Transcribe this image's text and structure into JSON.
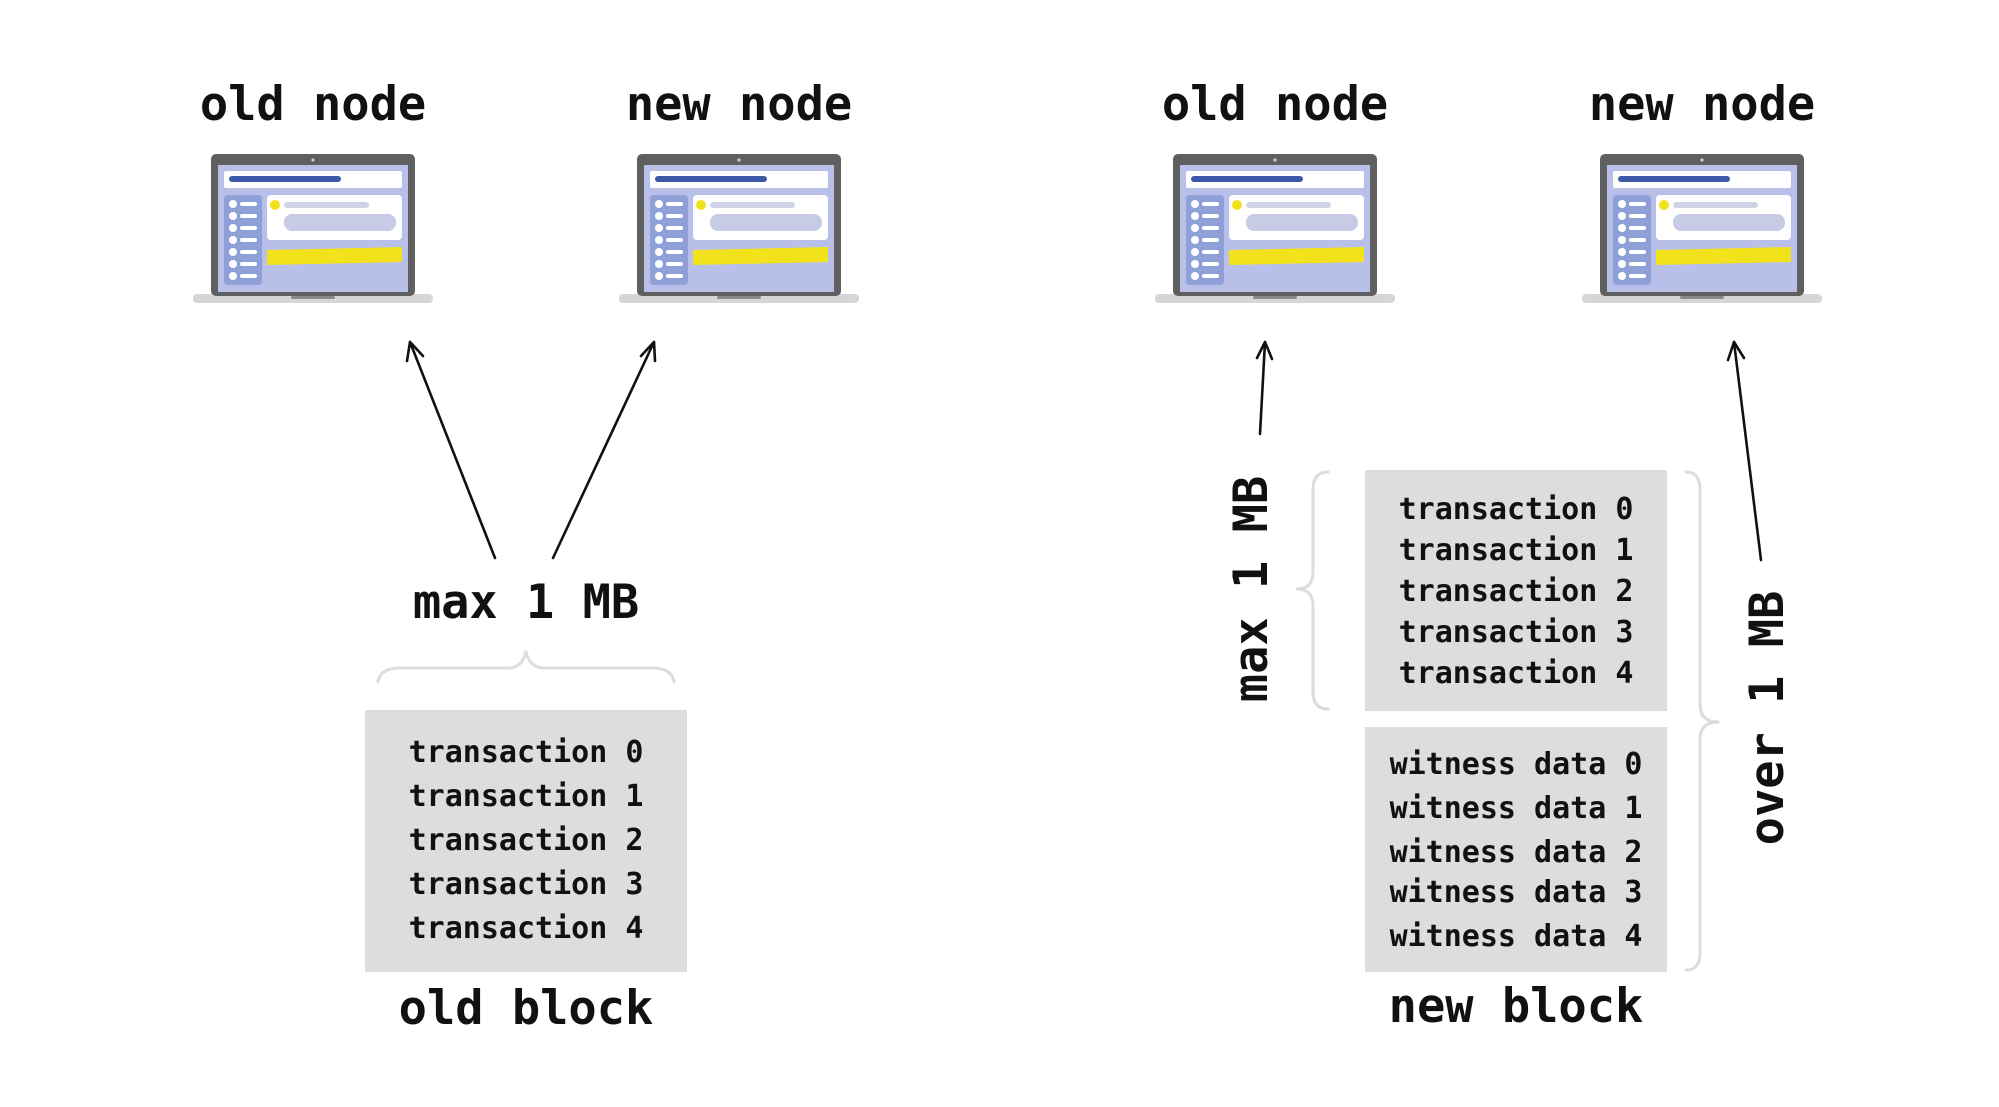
{
  "left": {
    "nodes": [
      {
        "label": "old node",
        "icon": "laptop-icon"
      },
      {
        "label": "new node",
        "icon": "laptop-icon"
      }
    ],
    "size_label": "max 1 MB",
    "block": {
      "title": "old block",
      "transactions": [
        "transaction 0",
        "transaction 1",
        "transaction 2",
        "transaction 3",
        "transaction 4"
      ]
    }
  },
  "right": {
    "nodes": [
      {
        "label": "old node",
        "icon": "laptop-icon"
      },
      {
        "label": "new node",
        "icon": "laptop-icon"
      }
    ],
    "old_size_label": "max 1 MB",
    "new_size_label": "over 1 MB",
    "block": {
      "title": "new block",
      "transactions": [
        "transaction 0",
        "transaction 1",
        "transaction 2",
        "transaction 3",
        "transaction 4"
      ],
      "witness": [
        "witness data 0",
        "witness data 1",
        "witness data 2",
        "witness data 3",
        "witness data 4"
      ]
    }
  },
  "colors": {
    "box_fill": "#dddddd",
    "brace": "#dcdcdc",
    "laptop_frame": "#5f5f5f",
    "laptop_screen": "#b8bfe8",
    "laptop_accent": "#f2e21c",
    "laptop_ui_dark": "#3c5aa8"
  }
}
